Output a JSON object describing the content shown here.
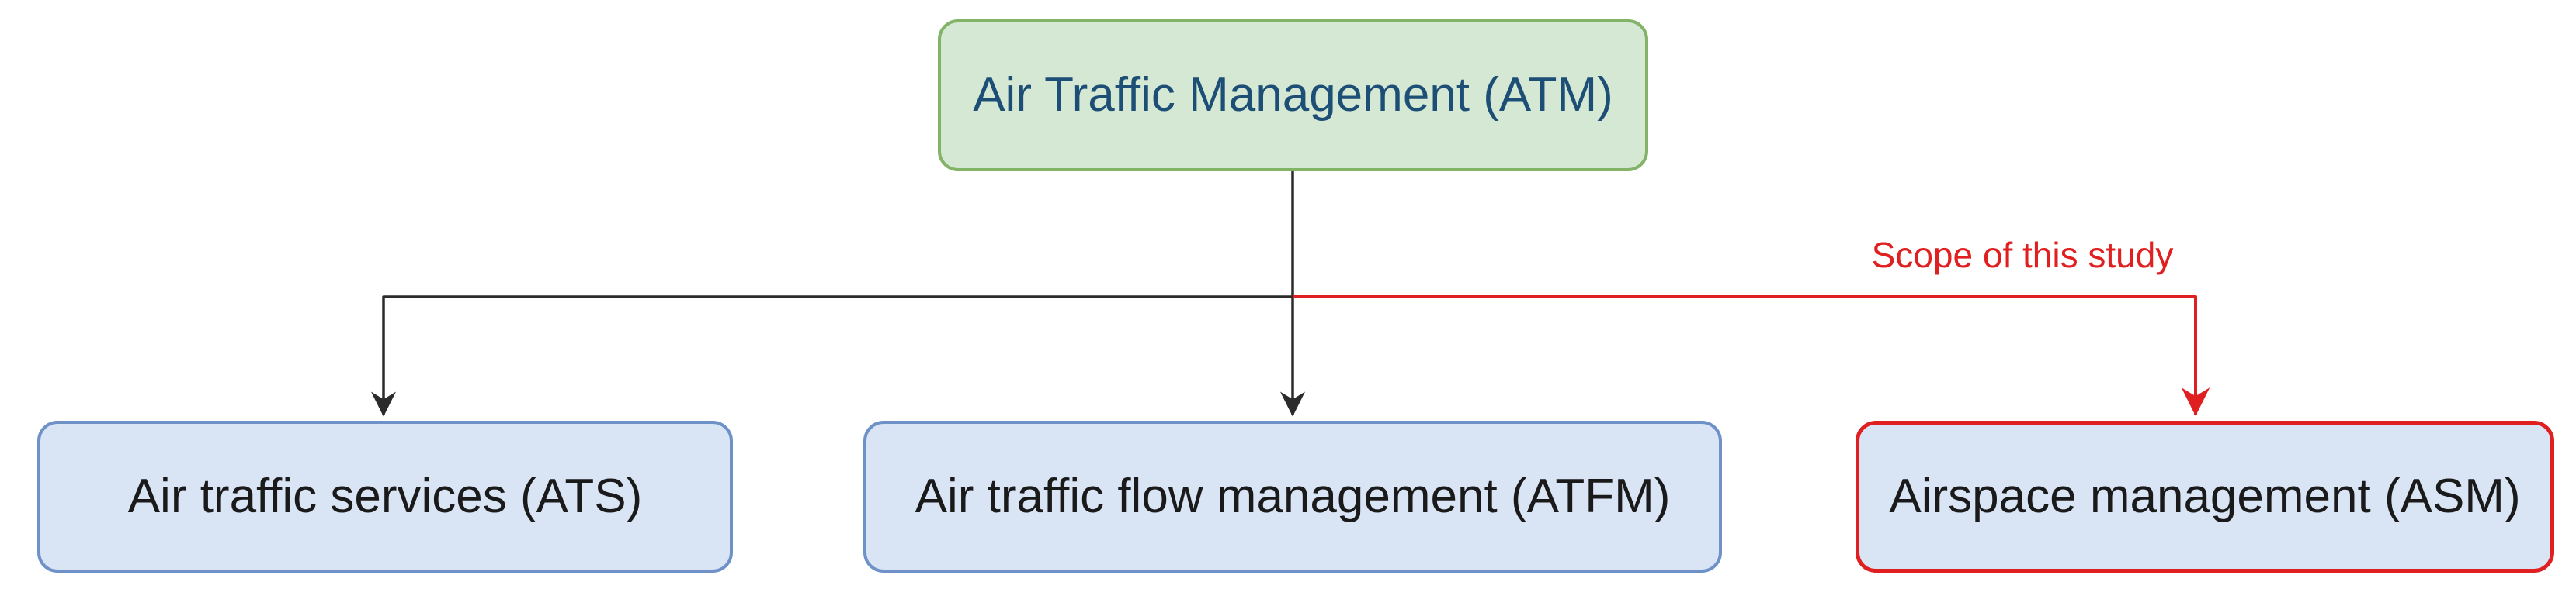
{
  "diagram": {
    "background_color": "#ffffff",
    "nodes": [
      {
        "id": "atm",
        "label": "Air Traffic Management (ATM)",
        "fill": "#d5e8d4",
        "border_color": "#82b366",
        "text_color": "#1d4f76",
        "role": "root"
      },
      {
        "id": "ats",
        "label": "Air traffic services (ATS)",
        "fill": "#d9e4f5",
        "border_color": "#6e92c7",
        "text_color": "#1a1a1a",
        "role": "child"
      },
      {
        "id": "atfm",
        "label": "Air traffic flow management (ATFM)",
        "fill": "#d9e4f5",
        "border_color": "#6e92c7",
        "text_color": "#1a1a1a",
        "role": "child"
      },
      {
        "id": "asm",
        "label": "Airspace management (ASM)",
        "fill": "#d9e4f5",
        "border_color": "#e02020",
        "text_color": "#1a1a1a",
        "role": "child-highlighted"
      }
    ],
    "edges": [
      {
        "from": "atm",
        "to": "ats",
        "color": "#2b2b2b",
        "style": "elbow",
        "arrowhead": "classic"
      },
      {
        "from": "atm",
        "to": "atfm",
        "color": "#2b2b2b",
        "style": "straight",
        "arrowhead": "classic"
      },
      {
        "from": "atm",
        "to": "asm",
        "color": "#e02020",
        "style": "elbow",
        "arrowhead": "classic",
        "label": "Scope of this study"
      }
    ],
    "annotation": {
      "label": "Scope of this study",
      "color": "#e02020"
    }
  }
}
